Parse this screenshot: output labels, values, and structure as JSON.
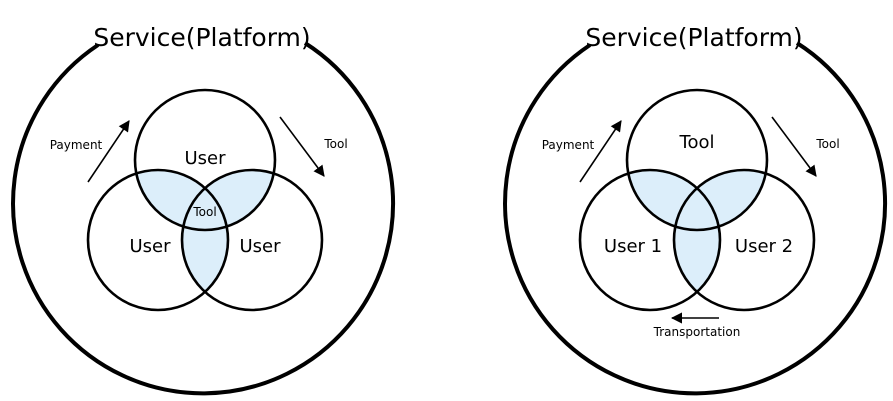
{
  "colors": {
    "overlap_fill": "#dceefa",
    "stroke": "#000000",
    "background": "#ffffff"
  },
  "left_diagram": {
    "title": "Service(Platform)",
    "circle_top": "User",
    "circle_left": "User",
    "circle_right": "User",
    "center": "Tool",
    "arrow_left": "Payment",
    "arrow_right": "Tool"
  },
  "right_diagram": {
    "title": "Service(Platform)",
    "circle_top": "Tool",
    "circle_left": "User 1",
    "circle_right": "User 2",
    "arrow_left": "Payment",
    "arrow_right": "Tool",
    "arrow_bottom": "Transportation"
  }
}
